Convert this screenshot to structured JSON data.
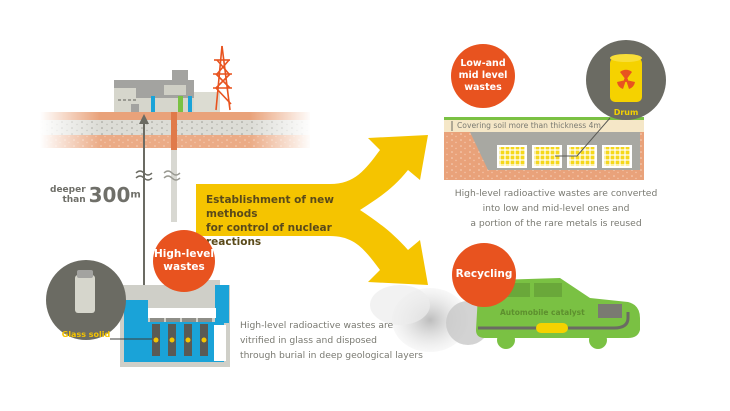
{
  "depth_marker": {
    "prefix_line1": "deeper",
    "prefix_line2": "than",
    "value": "300",
    "unit": "m"
  },
  "central_arrow": {
    "line1": "Establishment of new methods",
    "line2": "for control of nuclear reactions"
  },
  "high_level": {
    "badge_line1": "High-level",
    "badge_line2": "wastes",
    "inset_label": "Glass solid",
    "description": [
      "High-level radioactive wastes are",
      "vitrified in glass and disposed",
      "through burial in deep geological layers"
    ]
  },
  "low_mid_level": {
    "badge_line1": "Low-and",
    "badge_line2": "mid level",
    "badge_line3": "wastes",
    "inset_label": "Drum",
    "soil_label": "Covering soil more than thickness 4m",
    "description": [
      "High-level radioactive wastes are converted",
      "into low and mid-level ones and",
      "a portion of the rare metals is reused"
    ]
  },
  "recycling": {
    "badge": "Recycling",
    "car_label": "Automobile catalyst"
  },
  "colors": {
    "accent_orange": "#e8531f",
    "arrow_yellow": "#f5c400",
    "soil_orange": "#e9a27a",
    "gravel_gray": "#dcdcd6",
    "facility_blue": "#1aa3d8",
    "car_green": "#7ac143",
    "dark_gray": "#6b6b63",
    "text_gray": "#7a7a72"
  }
}
